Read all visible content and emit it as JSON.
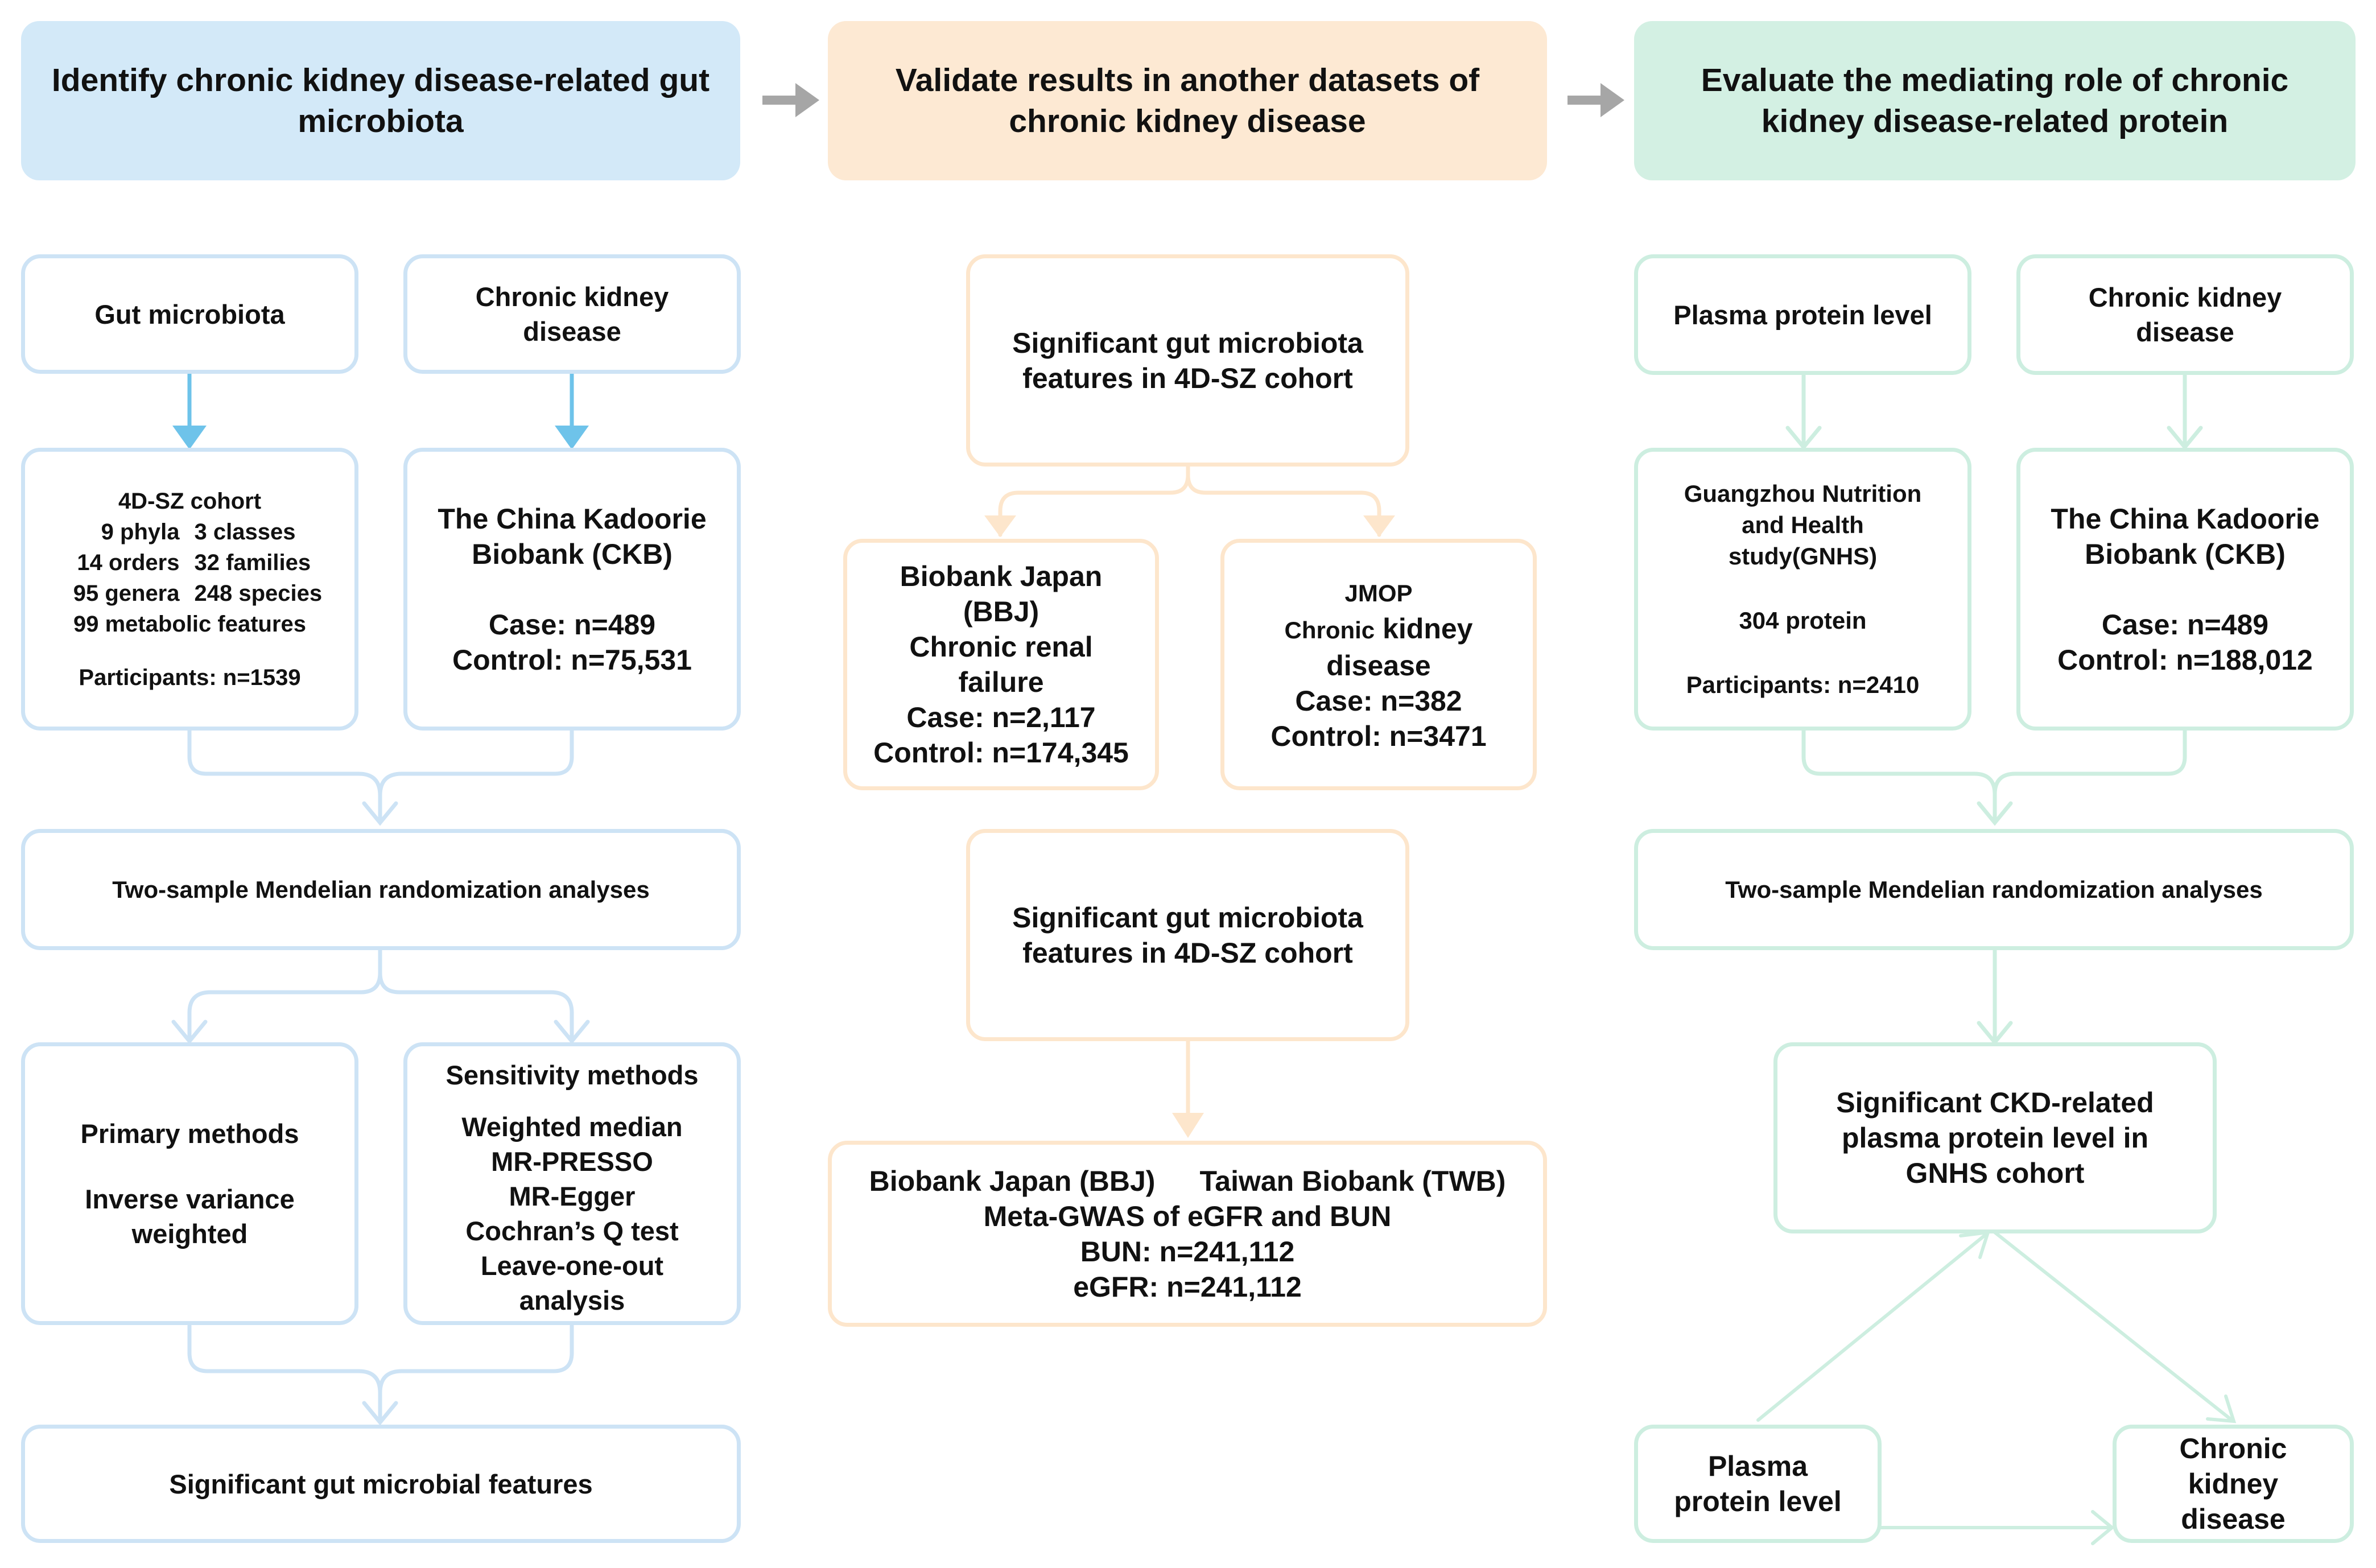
{
  "headers": {
    "left": "Identify chronic kidney disease-related gut microbiota",
    "middle": "Validate results in another datasets of chronic kidney disease",
    "right": "Evaluate the mediating role of chronic kidney disease-related protein"
  },
  "left_column": {
    "gut_microbiota": "Gut microbiota",
    "ckd": "Chronic kidney disease",
    "cohort": {
      "title": "4D-SZ cohort",
      "rows": [
        [
          "9 phyla",
          "3 classes"
        ],
        [
          "14 orders",
          "32 families"
        ],
        [
          "95 genera",
          "248 species"
        ]
      ],
      "metabolic": "99 metabolic features",
      "participants": "Participants: n=1539"
    },
    "ckb": {
      "title_line1": "The China Kadoorie",
      "title_line2": "Biobank (CKB)",
      "case": "Case: n=489",
      "control": "Control: n=75,531"
    },
    "mr_analysis": "Two-sample Mendelian randomization analyses",
    "primary": {
      "title": "Primary methods",
      "method_line1": "Inverse variance",
      "method_line2": "weighted"
    },
    "sensitivity": {
      "title": "Sensitivity methods",
      "methods": [
        "Weighted median",
        "MR-PRESSO",
        "MR-Egger",
        "Cochran’s  Q test",
        "Leave-one-out",
        "analysis"
      ]
    },
    "result": "Significant gut microbial features"
  },
  "middle_column": {
    "significant_top": {
      "line1": "Significant gut microbiota",
      "line2": "features in 4D-SZ cohort"
    },
    "bbj": {
      "lines": [
        "Biobank Japan",
        "(BBJ)",
        "Chronic renal",
        "failure",
        "Case: n=2,117",
        "Control: n=174,345"
      ]
    },
    "jmop": {
      "line1": "JMOP",
      "line2_small": "Chronic",
      "line2_big": "kidney",
      "line3": "disease",
      "case": "Case: n=382",
      "control": "Control: n=3471"
    },
    "significant_bottom": {
      "line1": "Significant gut microbiota",
      "line2": "features in 4D-SZ cohort"
    },
    "meta": {
      "bbj": "Biobank Japan (BBJ)",
      "twb": "Taiwan Biobank (TWB)",
      "title": "Meta-GWAS of eGFR and BUN",
      "bun": "BUN: n=241,112",
      "egfr": "eGFR: n=241,112"
    }
  },
  "right_column": {
    "plasma_level": "Plasma protein level",
    "ckd": "Chronic kidney disease",
    "gnhs": {
      "line1": "Guangzhou Nutrition",
      "line2": "and Health",
      "line3": "study(GNHS)",
      "protein": "304 protein",
      "participants": "Participants: n=2410"
    },
    "ckb": {
      "title_line1": "The China Kadoorie",
      "title_line2": "Biobank (CKB)",
      "case": "Case: n=489",
      "control": "Control: n=188,012"
    },
    "mr_analysis": "Two-sample Mendelian randomization analyses",
    "significant": {
      "line1": "Significant CKD-related",
      "line2": "plasma protein level  in",
      "line3": "GNHS cohort"
    },
    "plasma_small": {
      "line1": "Plasma",
      "line2": "protein level"
    },
    "ckd_small": {
      "line1": "Chronic",
      "line2": "kidney",
      "line3": "disease"
    }
  },
  "colors": {
    "blue_header": "#d3e9f8",
    "peach_header": "#fde9d3",
    "green_header": "#d3f0e3",
    "blue_border": "#cde3f5",
    "peach_border": "#fde6cc",
    "green_border": "#cdeee0",
    "blue_arrow": "#6ec3ea",
    "gray_arrow": "#a6a6a6"
  }
}
